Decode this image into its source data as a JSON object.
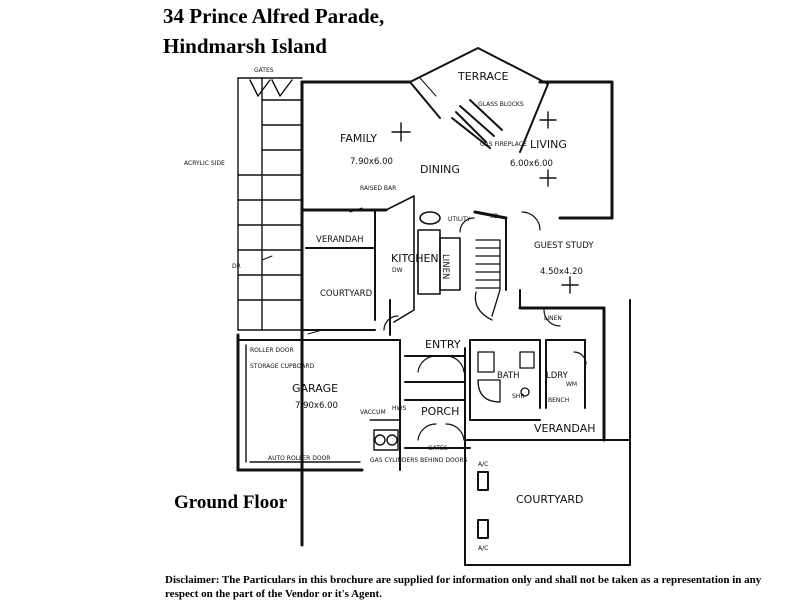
{
  "header": {
    "address_line1": "34 Prince Alfred Parade,",
    "address_line2": "Hindmarsh Island"
  },
  "floor_label": "Ground Floor",
  "disclaimer": "Disclaimer: The Particulars in this brochure are supplied for information only and shall not be taken as a representation in any respect on the part of the Vendor or it's Agent.",
  "rooms": {
    "terrace": "TERRACE",
    "family": "FAMILY",
    "family_size": "7.90x6.00",
    "dining": "DINING",
    "living": "LIVING",
    "living_size": "6.00x6.00",
    "verandah_left": "VERANDAH",
    "kitchen": "KITCHEN",
    "linen": "LINEN",
    "guest_study": "GUEST STUDY",
    "guest_study_size": "4.50x4.20",
    "courtyard_left": "COURTYARD",
    "entry": "ENTRY",
    "garage": "GARAGE",
    "garage_size": "7.90x6.00",
    "porch": "PORCH",
    "bath": "BATH",
    "ldry": "LDRY",
    "verandah_right": "VERANDAH",
    "courtyard_right": "COURTYARD"
  },
  "notes": {
    "gates_top": "GATES",
    "acrylic_side": "ACRYLIC SIDE",
    "dr": "DR",
    "raised_bar": "RAISED BAR",
    "utility": "UTILITY",
    "dw": "DW",
    "glass_blocks": "GLASS BLOCKS",
    "gas_fire": "GAS FIREPLACE",
    "roller_door": "ROLLER DOOR",
    "storage_cupboard": "STORAGE CUPBOARD",
    "vacuum": "VACCUM",
    "hws": "HWS",
    "auto_roller_door": "AUTO ROLLER DOOR",
    "gas_cylinders": "GAS CYLINDERS BEHIND DOORS",
    "gates_bottom": "GATES",
    "shr": "SHR",
    "linen_small": "LINEN",
    "bench": "BENCH",
    "wm": "WM",
    "ac_top": "A/C",
    "ac_bottom": "A/C",
    "sd": "SD"
  }
}
